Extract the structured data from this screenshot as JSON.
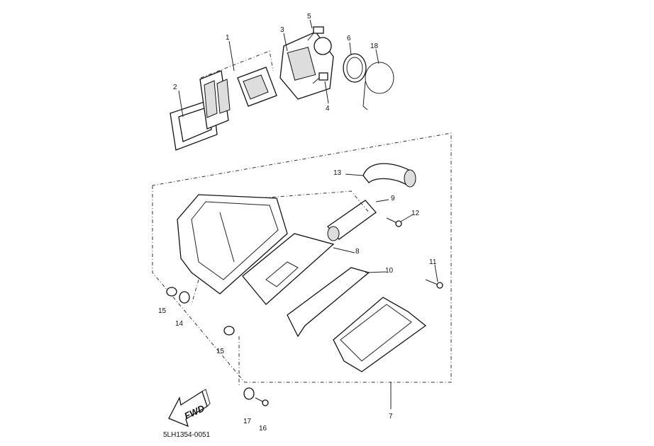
{
  "diagram": {
    "drawing_code": "5LH1354-0051",
    "fwd_label": "FWD",
    "callouts": {
      "c1": "1",
      "c2": "2",
      "c3": "3",
      "c4": "4",
      "c5": "5",
      "c6": "6",
      "c18": "18",
      "c13": "13",
      "c9": "9",
      "c12": "12",
      "c8": "8",
      "c10": "10",
      "c11": "11",
      "c15a": "15",
      "c14": "14",
      "c15b": "15",
      "c7": "7",
      "c17": "17",
      "c16": "16"
    }
  }
}
